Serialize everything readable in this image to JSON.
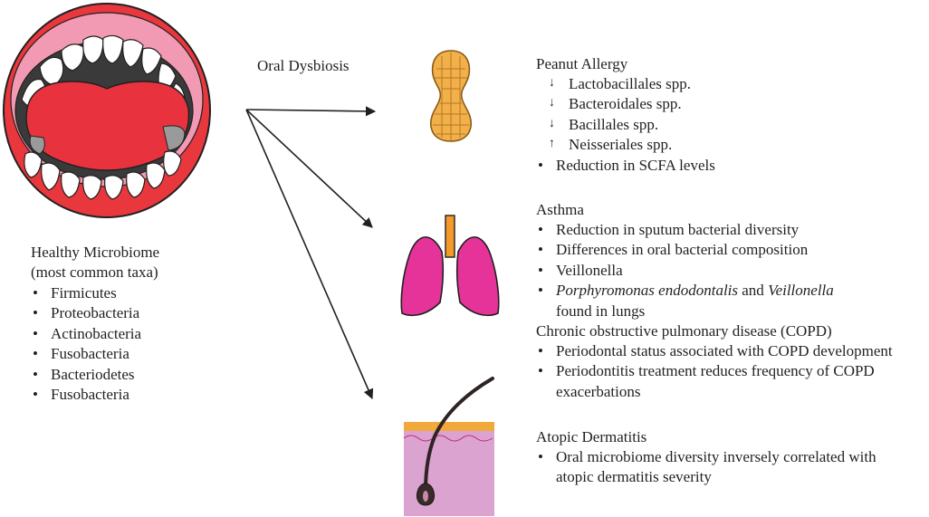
{
  "diagram": {
    "center_label": "Oral Dysbiosis",
    "healthy": {
      "title_line1": "Healthy Microbiome",
      "title_line2": "(most common taxa)",
      "bullet": "•",
      "items": [
        "Firmicutes",
        "Proteobacteria",
        "Actinobacteria",
        "Fusobacteria",
        "Bacteriodetes",
        "Fusobacteria"
      ]
    },
    "peanut": {
      "title": "Peanut Allergy",
      "changes": [
        {
          "arrow": "↓",
          "label": "Lactobacillales spp."
        },
        {
          "arrow": "↓",
          "label": "Bacteroidales spp."
        },
        {
          "arrow": "↓",
          "label": "Bacillales spp."
        },
        {
          "arrow": "↑",
          "label": "Neisseriales spp."
        }
      ],
      "bullet_text": "Reduction in SCFA levels"
    },
    "asthma": {
      "title": "Asthma",
      "items": [
        "Reduction in sputum bacterial diversity",
        "Differences in oral bacterial composition",
        "Veillonella"
      ],
      "species_item": {
        "part1": "Porphyromonas endodontalis",
        "part2": " and ",
        "part3": "Veillonella",
        "line2": "found in lungs"
      }
    },
    "copd": {
      "title": "Chronic obstructive pulmonary disease (COPD)",
      "item1": "Periodontal status associated with COPD development",
      "item2_line1": "Periodontitis treatment reduces frequency of COPD",
      "item2_line2": "exacerbations"
    },
    "atopic": {
      "title": "Atopic Dermatitis",
      "item_line1": "Oral microbiome diversity inversely correlated with",
      "item_line2": "atopic dermatitis severity"
    },
    "icons": [
      "open-mouth-icon",
      "peanut-icon",
      "lungs-icon",
      "skin-hair-icon"
    ],
    "colors": {
      "lip_red": "#e8383d",
      "tongue_red": "#e8333f",
      "gum_pink": "#f29ab3",
      "mouth_dark": "#3a3a3a",
      "peanut_orange": "#f2b04a",
      "lung_magenta": "#e5339a",
      "trachea_orange": "#f39a2a",
      "skin_pink": "#dba3cf",
      "skin_orange": "#f2a93b",
      "text": "#231f20"
    }
  }
}
